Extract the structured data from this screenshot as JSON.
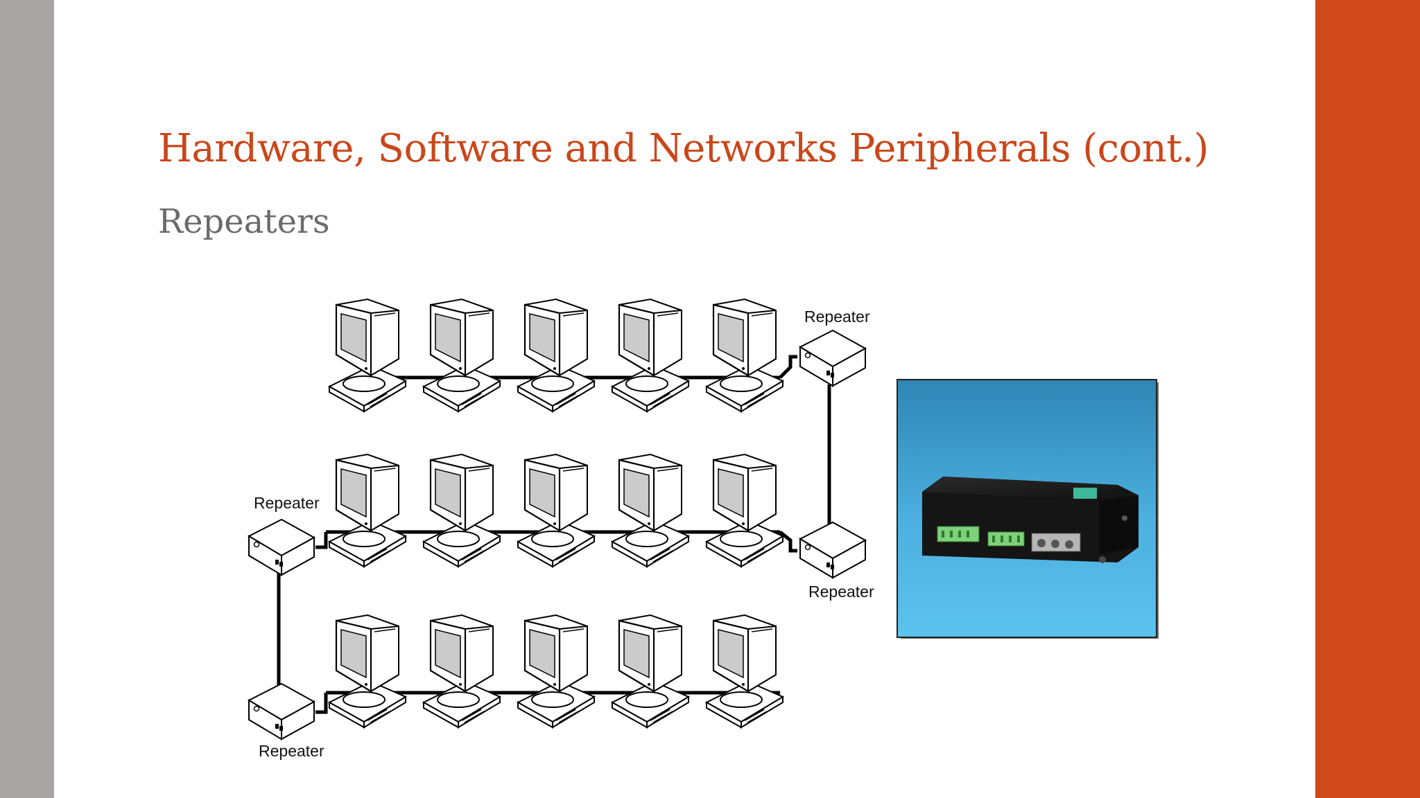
{
  "slide": {
    "title": "Hardware, Software and Networks Peripherals (cont.)",
    "subtitle": "Repeaters"
  },
  "diagram": {
    "repeater_label": "Repeater",
    "labels": [
      "Repeater",
      "Repeater",
      "Repeater",
      "Repeater"
    ],
    "rows": 3,
    "computers_per_row": 5
  },
  "photo": {
    "subject": "repeater device photo"
  },
  "colors": {
    "accent": "#d14a1c",
    "title": "#c9471a",
    "subtitle": "#6b6b6b",
    "sidebar": "#a7a4a3",
    "photo_background": "#49a9d8"
  }
}
